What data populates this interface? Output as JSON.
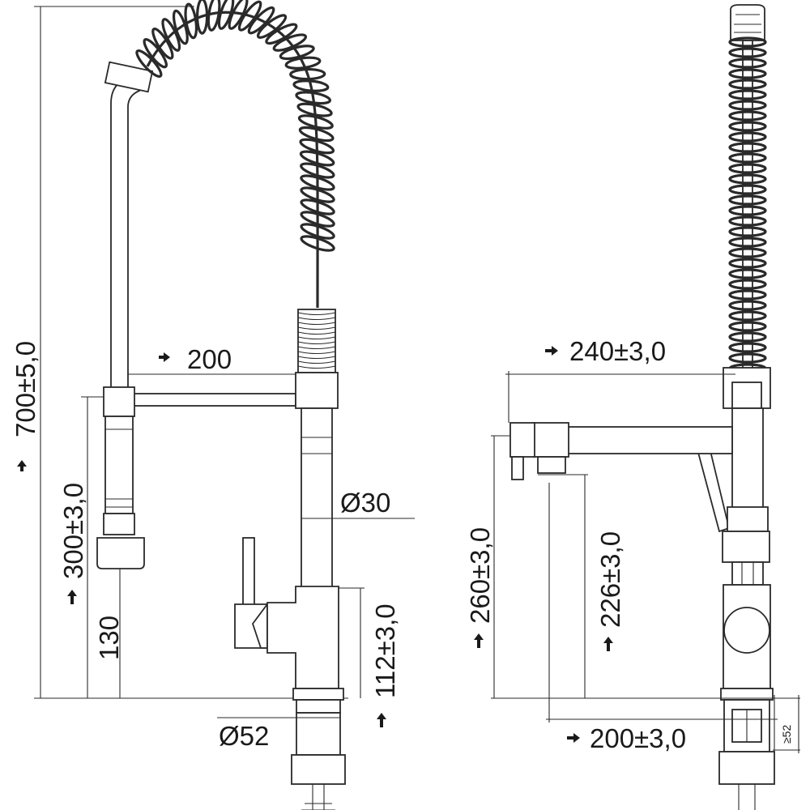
{
  "labels": {
    "total_height": "700±5,0",
    "spout_reach": "200",
    "spout_height": "300±3,0",
    "spray_height": "130",
    "body_diameter": "Ø30",
    "base_height": "112±3,0",
    "base_diameter": "Ø52",
    "side_reach": "240±3,0",
    "side_height": "260±3,0",
    "side_outlet_height": "226±3,0",
    "side_base_reach": "200±3,0",
    "min_hole": "≥52"
  },
  "colors": {
    "line": "#2a2a2a",
    "background": "#ffffff"
  }
}
